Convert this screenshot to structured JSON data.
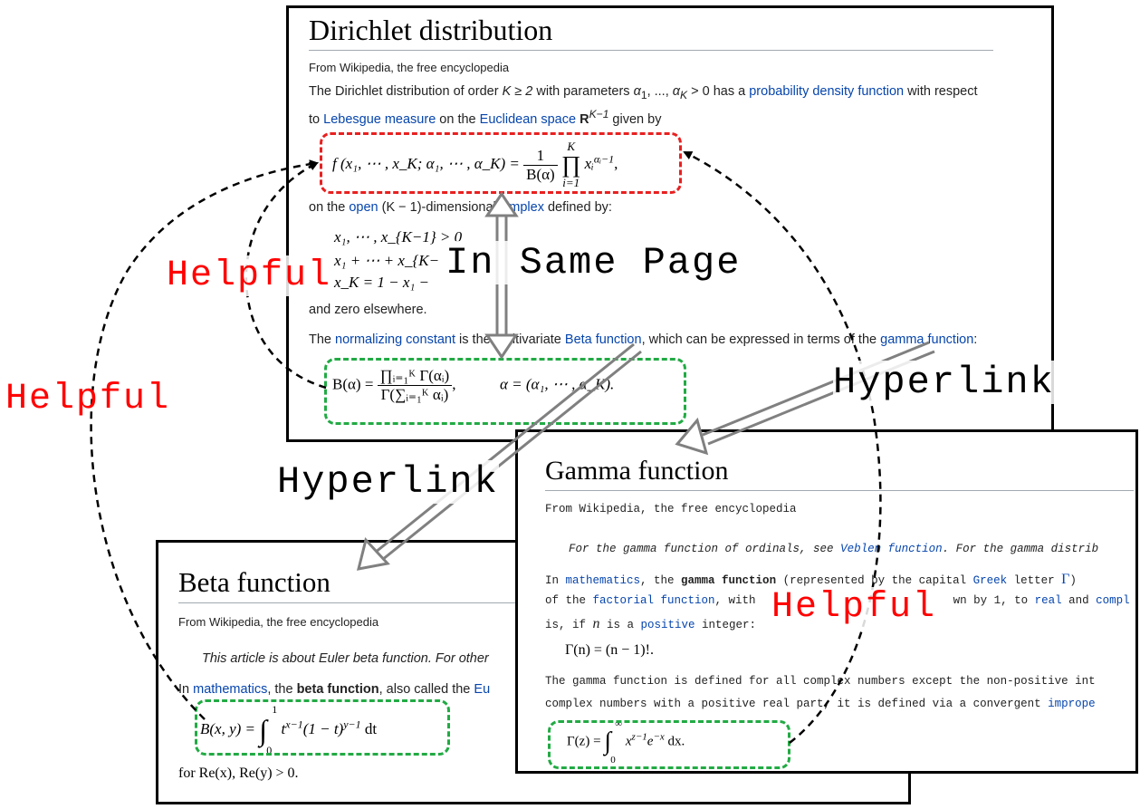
{
  "dirichlet": {
    "title": "Dirichlet distribution",
    "subtitle": "From Wikipedia, the free encyclopedia",
    "line1_a": "The Dirichlet distribution of order ",
    "line1_b": "K ≥ 2",
    "line1_c": " with parameters ",
    "line1_d": "α",
    "line1_e": "1",
    "line1_f": ", ..., ",
    "line1_g": "α",
    "line1_h": "K",
    "line1_i": " > 0 has a ",
    "link_pdf": "probability density function",
    "line1_j": " with respect",
    "line2_a": "to ",
    "link_lebesgue": "Lebesgue measure",
    "line2_b": " on the ",
    "link_euclidean": "Euclidean space",
    "line2_c": " R",
    "line2_d": "K−1",
    "line2_e": " given by",
    "formula_lhs": "f (x₁, ⋯ , x_K; α₁, ⋯ , α_K) =",
    "formula_frac_num": "1",
    "formula_frac_den": "B(α)",
    "formula_prod": "∏",
    "formula_prod_top": "K",
    "formula_prod_bottom": "i=1",
    "formula_rhs": "xᵢ",
    "formula_rhs_exp": "αᵢ−1",
    "formula_tail": ",",
    "line3_a": "on the ",
    "link_open": "open",
    "line3_b": " (K − 1)-dimensional ",
    "link_simplex": "simplex",
    "line3_c": " defined by:",
    "cond1": "x₁, ⋯ , x_{K−1} > 0",
    "cond2": "x₁ + ⋯ + x_{K−",
    "cond3": "x_K = 1 − x₁ −",
    "line4": "and zero elsewhere.",
    "line5_a": "The ",
    "link_norm": "normalizing constant",
    "line5_b": " is the multivariate ",
    "link_beta": "Beta function",
    "line5_c": ", which can be expressed in terms of the ",
    "link_gamma": "gamma function",
    "line5_d": ":",
    "beta_lhs": "B(α) =",
    "beta_num": "∏ᵢ₌₁ᴷ Γ(αᵢ)",
    "beta_den": "Γ(∑ᵢ₌₁ᴷ αᵢ)",
    "beta_mid": ",",
    "beta_rhs": "α = (α₁, ⋯ , α_K)."
  },
  "beta": {
    "title": "Beta function",
    "subtitle": "From Wikipedia, the free encyclopedia",
    "hatnote": "This article is about Euler beta function. For other",
    "line1_a": "In ",
    "link_math": "mathematics",
    "line1_b": ", the ",
    "line1_bold": "beta function",
    "line1_c": ", also called the ",
    "link_eu": "Eu",
    "formula": "B(x, y) = ∫₀¹ t^{x−1}(1 − t)^{y−1} dt",
    "formula_lhs": "B(x, y) =",
    "formula_int": "∫",
    "formula_int_top": "1",
    "formula_int_bottom": "0",
    "formula_body": "t",
    "formula_exp1": "x−1",
    "formula_body2": "(1 − t)",
    "formula_exp2": "y−1",
    "formula_tail": " dt",
    "line2": "for Re(x), Re(y) > 0."
  },
  "gamma": {
    "title": "Gamma function",
    "subtitle": "From Wikipedia, the free encyclopedia",
    "hatnote_a": "For the gamma function of ordinals, see ",
    "link_veblen": "Veblen function",
    "hatnote_b": ". For the gamma distrib",
    "line1_a": "In ",
    "link_math": "mathematics",
    "line1_b": ", the ",
    "line1_bold": "gamma function",
    "line1_c": " (represented by the capital ",
    "link_greek": "Greek",
    "line1_d": " letter ",
    "line1_e": "Γ",
    "line1_f": ")",
    "line2_a": "of the ",
    "link_factorial": "factorial function",
    "line2_b": ", with",
    "line2_c": "wn by 1, to ",
    "link_real": "real",
    "line2_d": " and ",
    "link_compl": "compl",
    "line3_a": "is, if ",
    "line3_b": "n",
    "line3_c": " is a ",
    "link_positive": "positive",
    "line3_d": " integer:",
    "formula1": "Γ(n) = (n − 1)!.",
    "line4": "The gamma function is defined for all complex numbers except the non-positive int",
    "line5_a": "complex numbers with a positive real part, it is defined via a convergent ",
    "link_impro": "imprope",
    "formula2_lhs": "Γ(z) =",
    "formula2_int": "∫",
    "formula2_top": "∞",
    "formula2_bottom": "0",
    "formula2_body": "x",
    "formula2_exp1": "z−1",
    "formula2_body2": "e",
    "formula2_exp2": "−x",
    "formula2_tail": " dx."
  },
  "labels": {
    "in_same_page": "In Same Page",
    "hyperlink_right": "Hyperlink",
    "hyperlink_left": "Hyperlink",
    "helpful_inner": "Helpful",
    "helpful_outer": "Helpful",
    "helpful_gamma": "Helpful"
  },
  "colors": {
    "link": "#0645ad",
    "red_box": "#e82020",
    "green_box": "#22aa44",
    "arrow_gray": "#808080",
    "label_red": "#ff0000"
  }
}
